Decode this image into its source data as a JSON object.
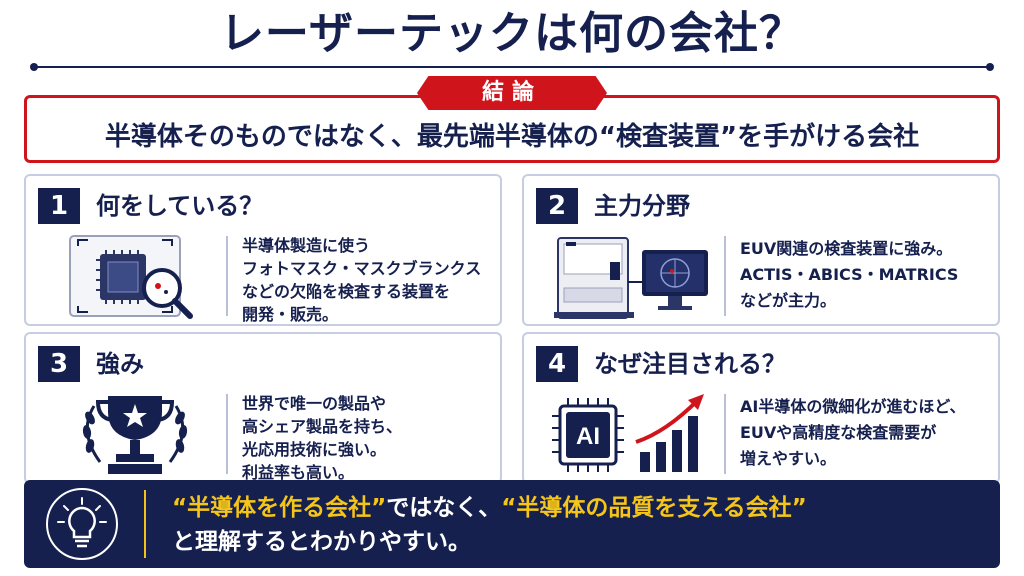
{
  "title": "レーザーテックは何の会社？",
  "conclusion": {
    "tag": "結論",
    "text": "半導体そのものではなく、最先端半導体の“検査装置”を手がける会社"
  },
  "cards": [
    {
      "number": "1",
      "title": "何をしている？",
      "lines": [
        "半導体製造に使う",
        "フォトマスク・マスクブランクス",
        "などの欠陥を検査する装置を",
        "開発・販売。"
      ]
    },
    {
      "number": "2",
      "title": "主力分野",
      "lines": [
        "EUV関連の検査装置に強み。",
        "ACTIS・ABICS・MATRICS",
        "などが主力。"
      ]
    },
    {
      "number": "3",
      "title": "強み",
      "lines": [
        "世界で唯一の製品や",
        "高シェア製品を持ち、",
        "光応用技術に強い。",
        "利益率も高い。"
      ]
    },
    {
      "number": "4",
      "title": "なぜ注目される？",
      "lines": [
        "AI半導体の微細化が進むほど、",
        "EUVや高精度な検査需要が",
        "増えやすい。"
      ],
      "chip_label": "AI"
    }
  ],
  "banner": {
    "hl1": "“半導体を作る会社”",
    "mid": "ではなく、",
    "hl2": "“半導体の品質を支える会社”",
    "line2": "と理解するとわかりやすい。"
  },
  "colors": {
    "navy": "#16204e",
    "red": "#d0141c",
    "yellow": "#f5c518"
  }
}
